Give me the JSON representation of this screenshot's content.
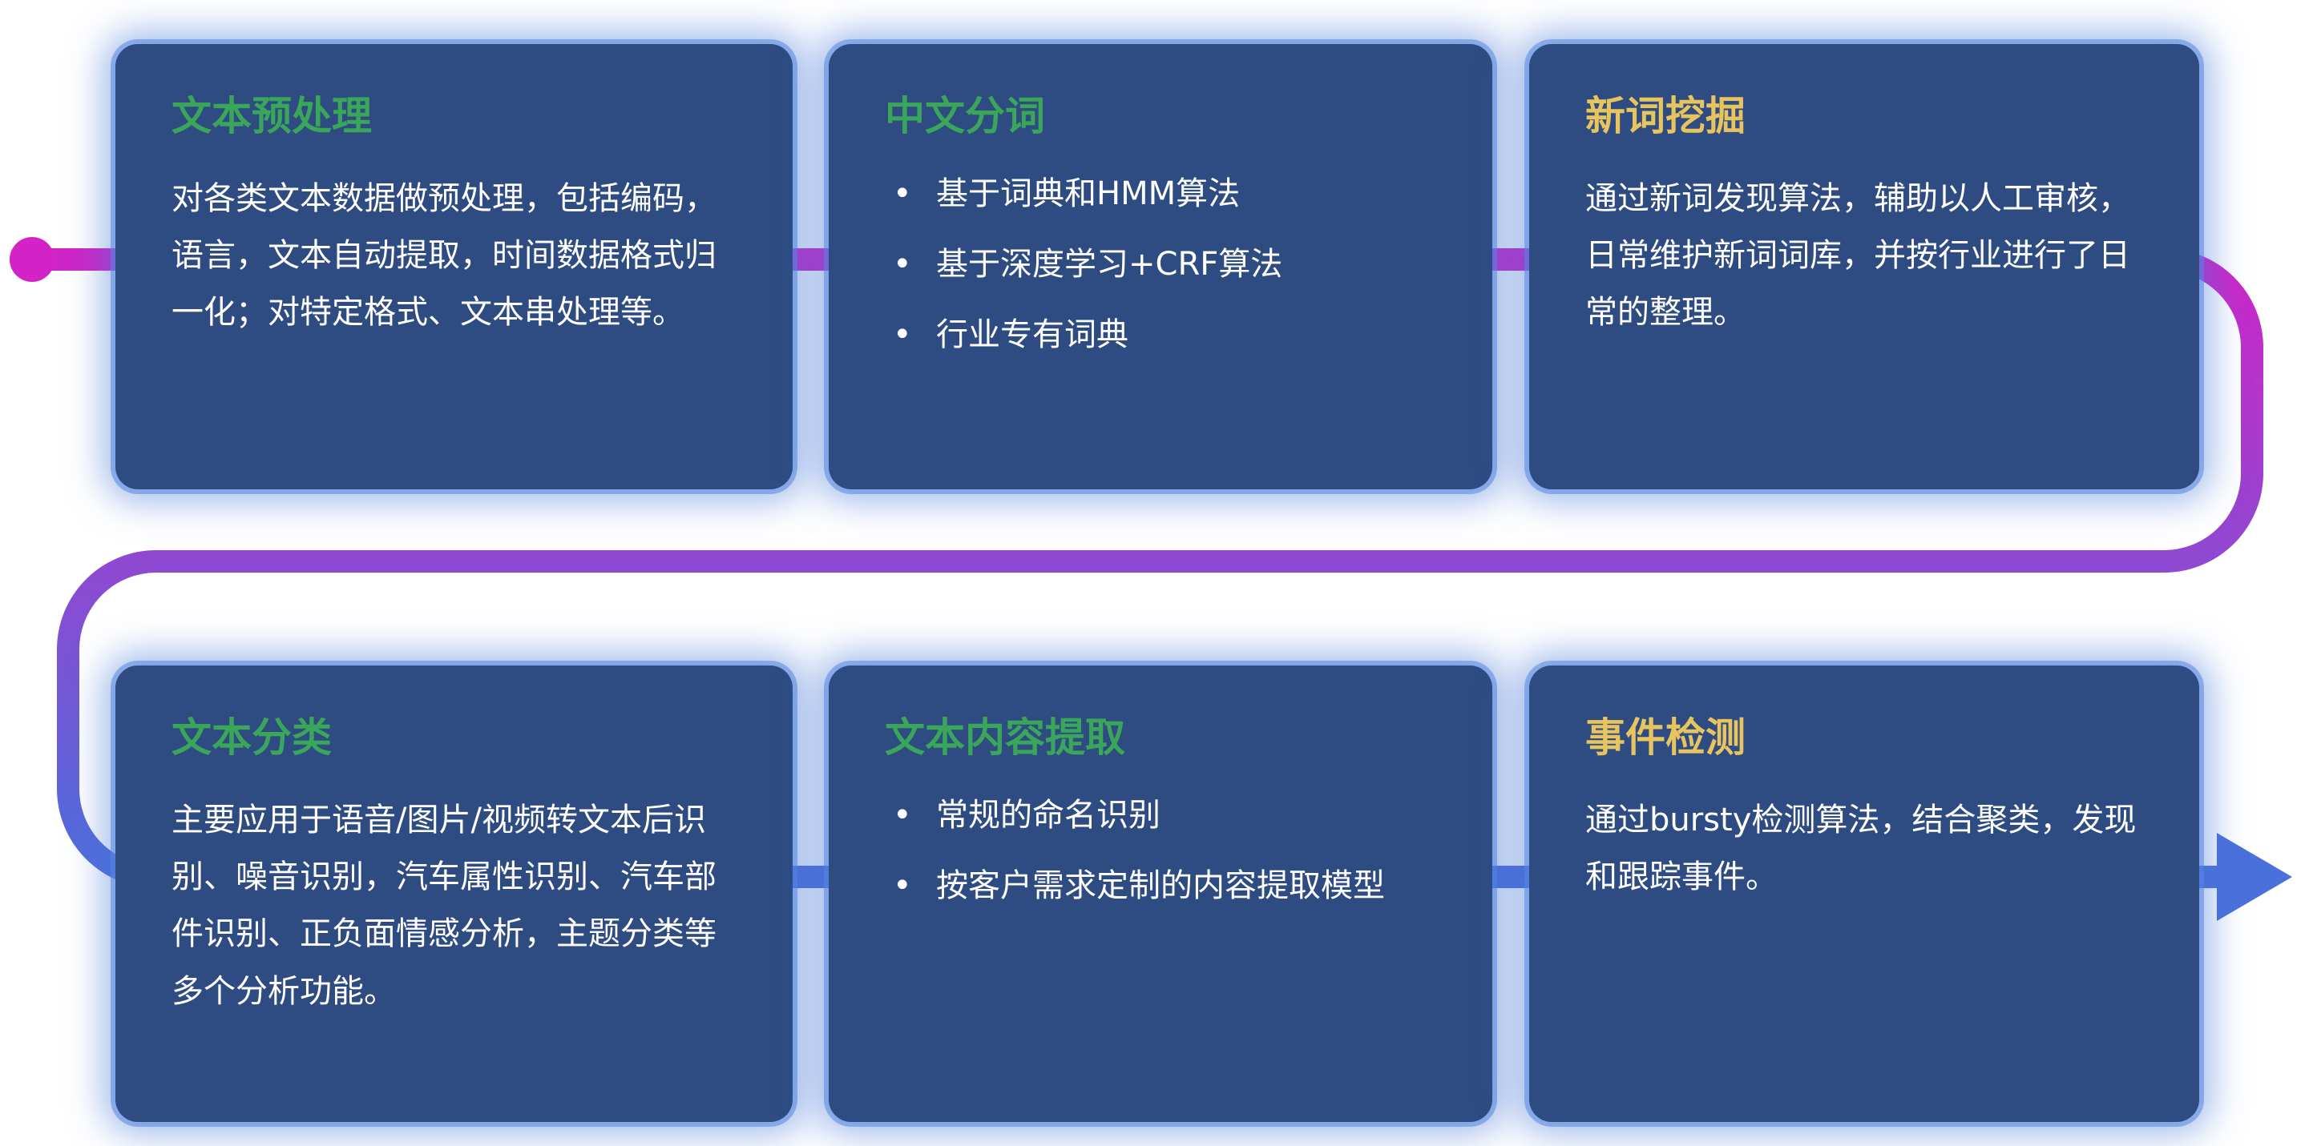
{
  "colors": {
    "background": "#ffffff",
    "card_fill": "#2e4c82",
    "card_glow": "#4d7cd6",
    "title_green": "#3aa65a",
    "title_yellow": "#e8c45f",
    "body_text": "#ffffff",
    "flow_start": "#d323c7",
    "flow_mid": "#8e49d2",
    "flow_end": "#4a70dc"
  },
  "cards": [
    {
      "id": "text-preprocessing",
      "title": "文本预处理",
      "title_color": "green",
      "type": "paragraph",
      "body": "对各类文本数据做预处理，包括编码，语言，文本自动提取，时间数据格式归一化；对特定格式、文本串处理等。"
    },
    {
      "id": "chinese-word-segmentation",
      "title": "中文分词",
      "title_color": "green",
      "type": "bullets",
      "bullets": [
        "基于词典和HMM算法",
        "基于深度学习+CRF算法",
        "行业专有词典"
      ]
    },
    {
      "id": "new-word-mining",
      "title": "新词挖掘",
      "title_color": "yellow",
      "type": "paragraph",
      "body": "通过新词发现算法，辅助以人工审核，日常维护新词词库，并按行业进行了日常的整理。"
    },
    {
      "id": "text-classification",
      "title": "文本分类",
      "title_color": "green",
      "type": "paragraph",
      "body": "主要应用于语音/图片/视频转文本后识别、噪音识别，汽车属性识别、汽车部件识别、正负面情感分析，主题分类等多个分析功能。"
    },
    {
      "id": "text-content-extraction",
      "title": "文本内容提取",
      "title_color": "green",
      "type": "bullets",
      "bullets": [
        "常规的命名识别",
        "按客户需求定制的内容提取模型"
      ]
    },
    {
      "id": "event-detection",
      "title": "事件检测",
      "title_color": "yellow",
      "type": "paragraph",
      "body": "通过bursty检测算法，结合聚类，发现和跟踪事件。"
    }
  ]
}
